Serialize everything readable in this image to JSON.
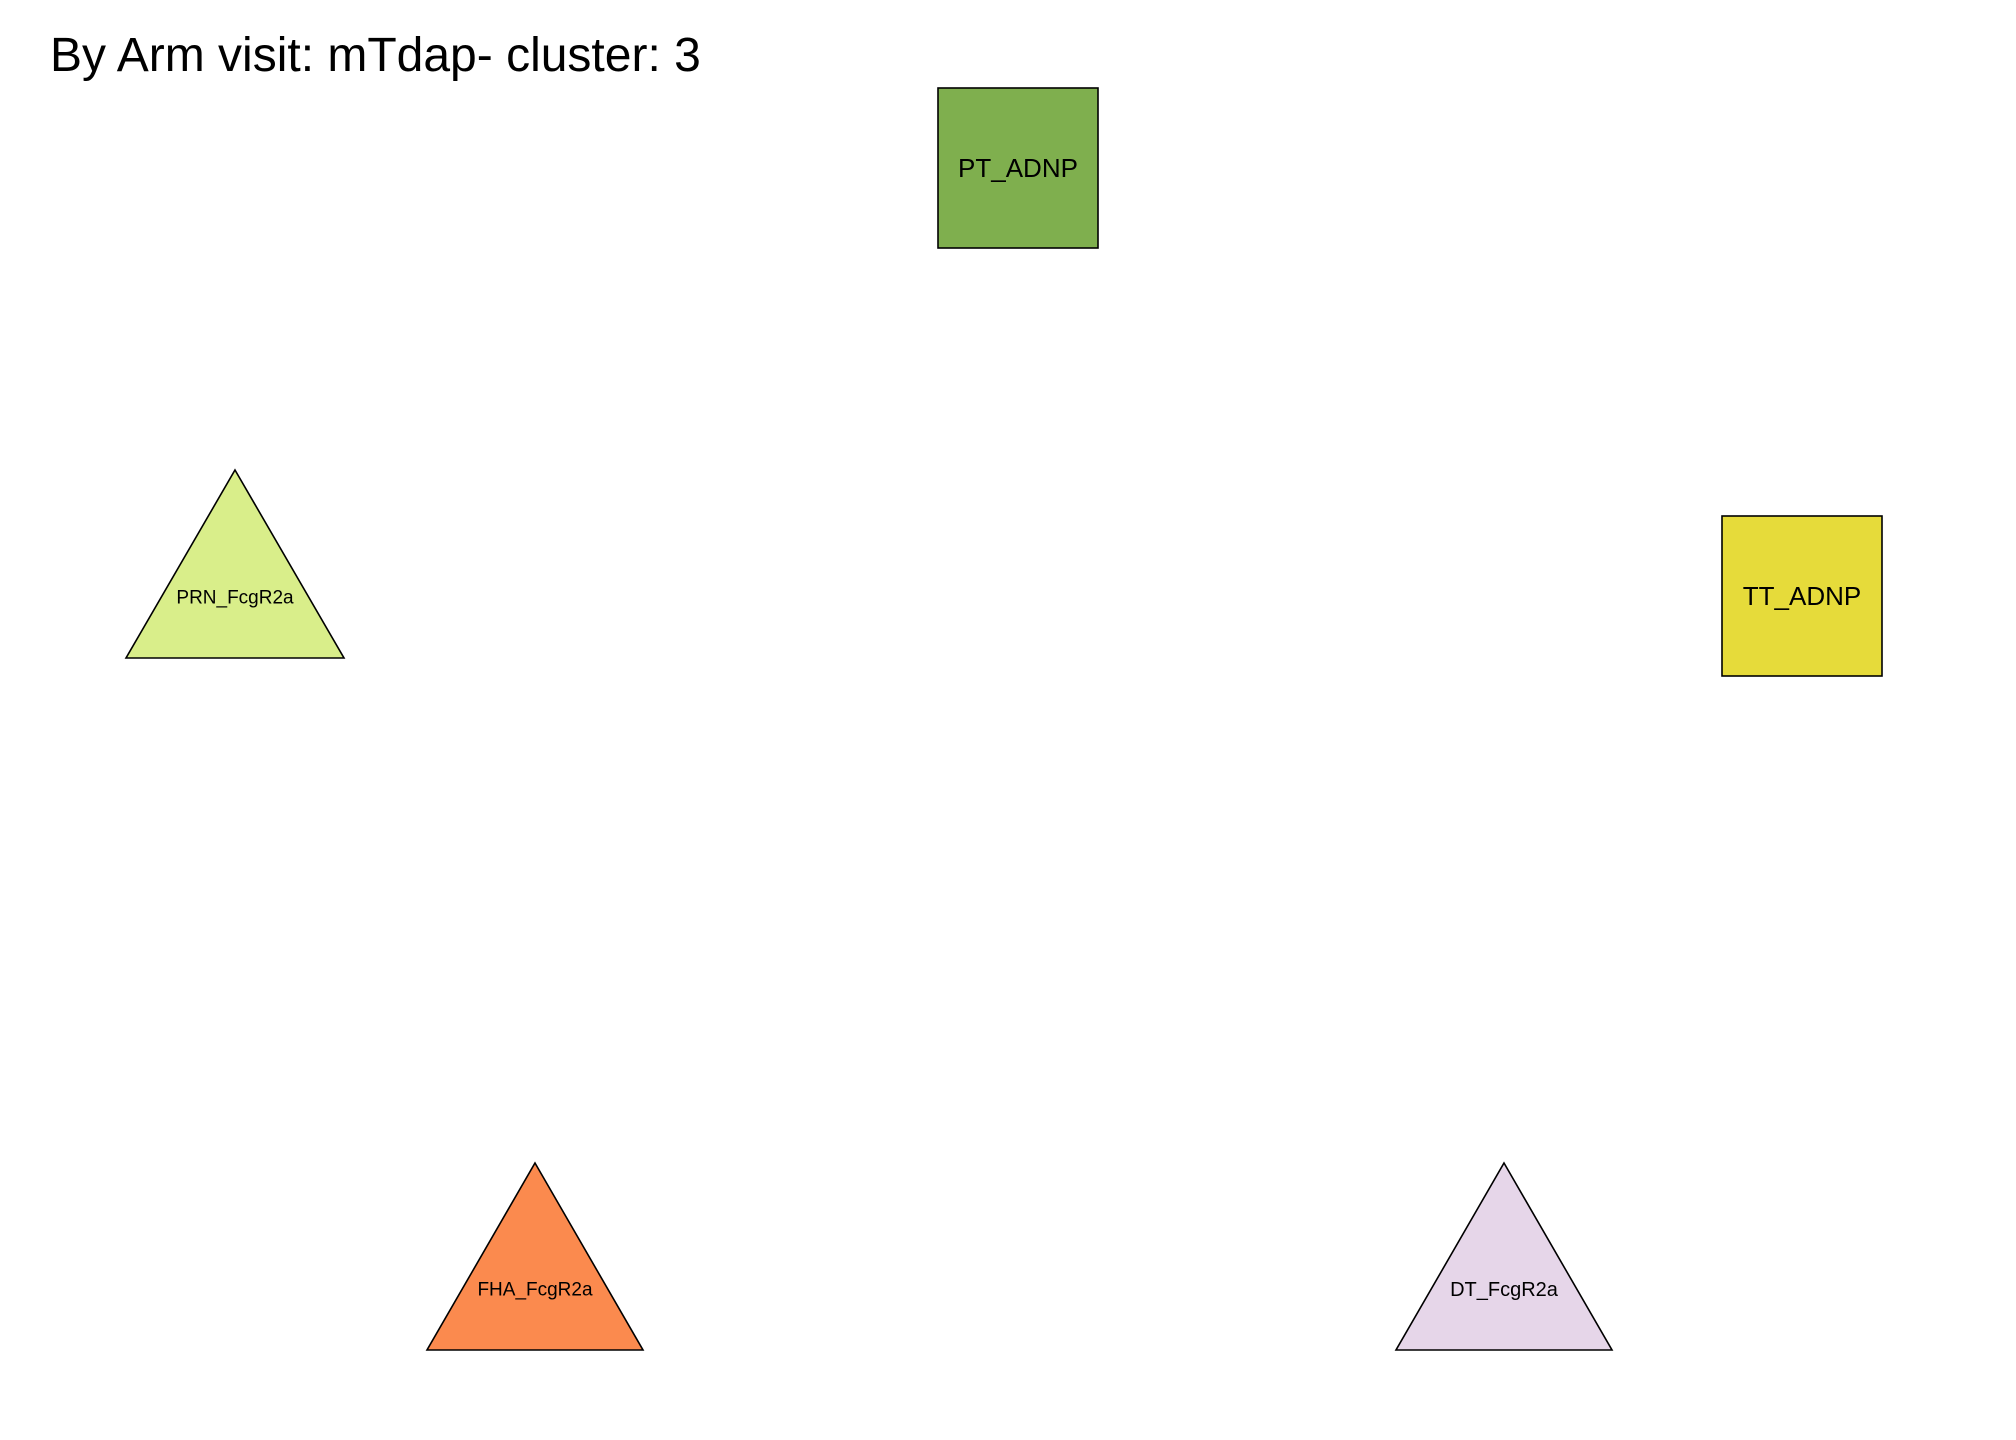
{
  "title": "By Arm visit: mTdap- cluster: 3",
  "nodes": [
    {
      "id": "PT_ADNP",
      "label": "PT_ADNP",
      "shape": "square",
      "fill": "#7FAF4E"
    },
    {
      "id": "TT_ADNP",
      "label": "TT_ADNP",
      "shape": "square",
      "fill": "#E6DB3A"
    },
    {
      "id": "PRN_FcgR2a",
      "label": "PRN_FcgR2a",
      "shape": "triangle",
      "fill": "#D9EE8A"
    },
    {
      "id": "FHA_FcgR2a",
      "label": "FHA_FcgR2a",
      "shape": "triangle",
      "fill": "#FB8A4E"
    },
    {
      "id": "DT_FcgR2a",
      "label": "DT_FcgR2a",
      "shape": "triangle",
      "fill": "#E6D6E9"
    }
  ],
  "edges": []
}
